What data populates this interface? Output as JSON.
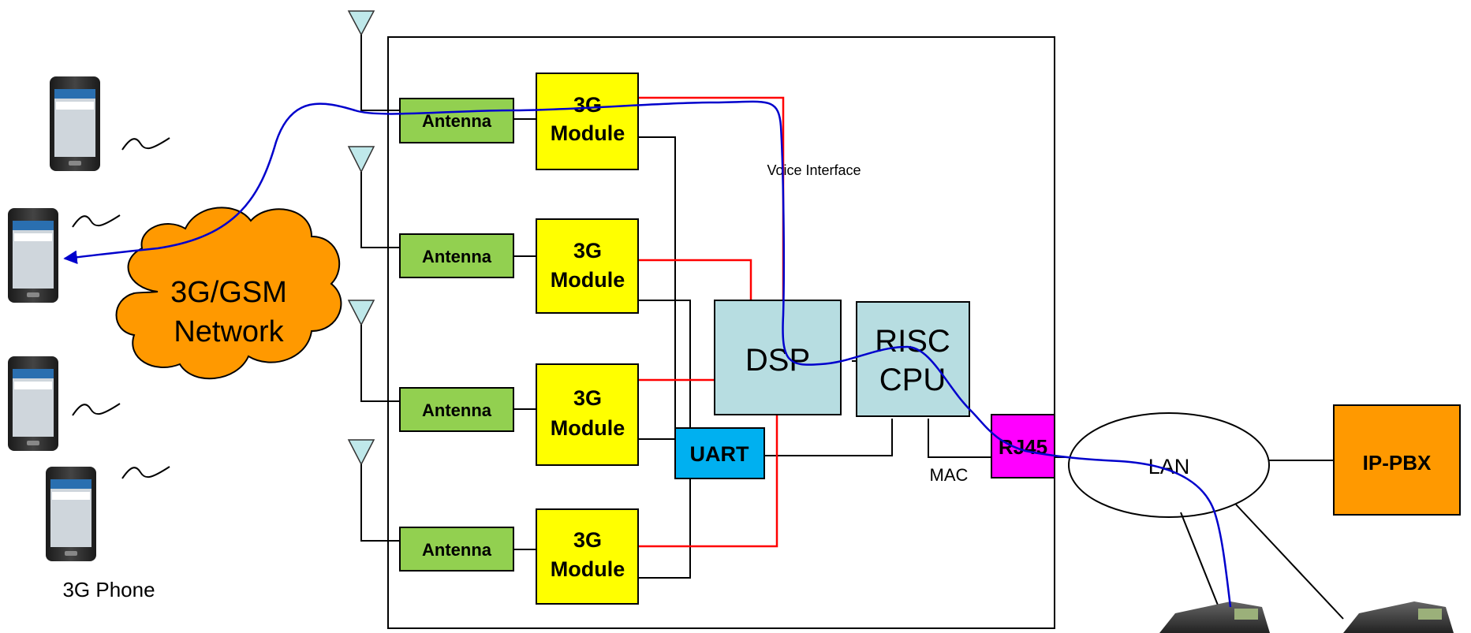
{
  "labels": {
    "network_line1": "3G/GSM",
    "network_line2": "Network",
    "phone_caption": "3G Phone",
    "voice_interface": "Voice Interface",
    "antenna": "Antenna",
    "module_line1": "3G",
    "module_line2": "Module",
    "dsp": "DSP",
    "risc_line1": "RISC",
    "risc_line2": "CPU",
    "uart": "UART",
    "mac": "MAC",
    "rj45": "RJ45",
    "lan": "LAN",
    "ippbx": "IP-PBX"
  },
  "colors": {
    "antenna_fill": "#92d050",
    "module_fill": "#ffff00",
    "chip_fill": "#b7dde1",
    "uart_fill": "#00b0f0",
    "rj45_fill": "#ff00ff",
    "ippbx_fill": "#ff9900",
    "cloud_fill": "#ff9900",
    "voice_line": "#ff0000",
    "call_path": "#0000cc",
    "antenna_icon": "#bfe8ea"
  },
  "icons": {
    "mobile_phone": "mobile-phone-icon",
    "antenna_mast": "antenna-mast-icon",
    "wireless_signal": "wireless-signal-icon",
    "ip_desk_phone": "ip-desk-phone-icon"
  }
}
